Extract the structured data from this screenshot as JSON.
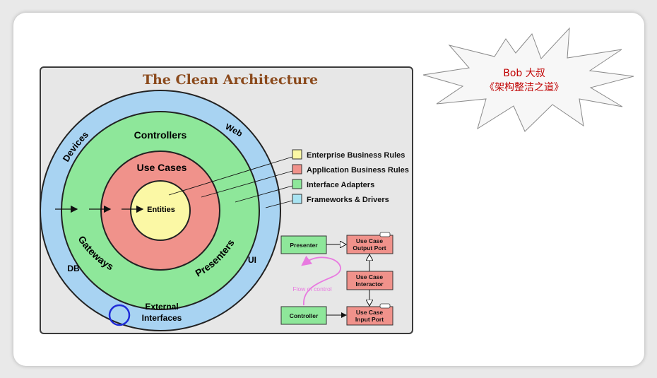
{
  "diagram": {
    "title": "The Clean Architecture",
    "rings": {
      "entities": "Entities",
      "use_cases": "Use Cases",
      "controllers": "Controllers",
      "gateways": "Gateways",
      "presenters": "Presenters",
      "devices": "Devices",
      "web": "Web",
      "db": "DB",
      "ui": "UI",
      "external_line1": "External",
      "external_line2": "Interfaces"
    },
    "legend": [
      {
        "label": "Enterprise Business Rules",
        "color": "#fbf8a5"
      },
      {
        "label": "Application Business Rules",
        "color": "#f0928b"
      },
      {
        "label": "Interface Adapters",
        "color": "#8ee79a"
      },
      {
        "label": "Frameworks & Drivers",
        "color": "#a8e3f2"
      }
    ],
    "flow": {
      "presenter": "Presenter",
      "controller": "Controller",
      "output_port_line1": "Use Case",
      "output_port_line2": "Output Port",
      "interactor_line1": "Use Case",
      "interactor_line2": "Interactor",
      "input_port_line1": "Use Case",
      "input_port_line2": "Input Port",
      "flow_of_control": "Flow of control"
    },
    "colors": {
      "frameworks": "#a8d3f2",
      "adapters": "#8ee79a",
      "use_cases": "#f0928b",
      "entities": "#fbf8a5",
      "title": "#8b4a1c",
      "flow_pink": "#e87ae0"
    }
  },
  "callout": {
    "line1": "Bob 大叔",
    "line2": "《架构整洁之道》"
  }
}
